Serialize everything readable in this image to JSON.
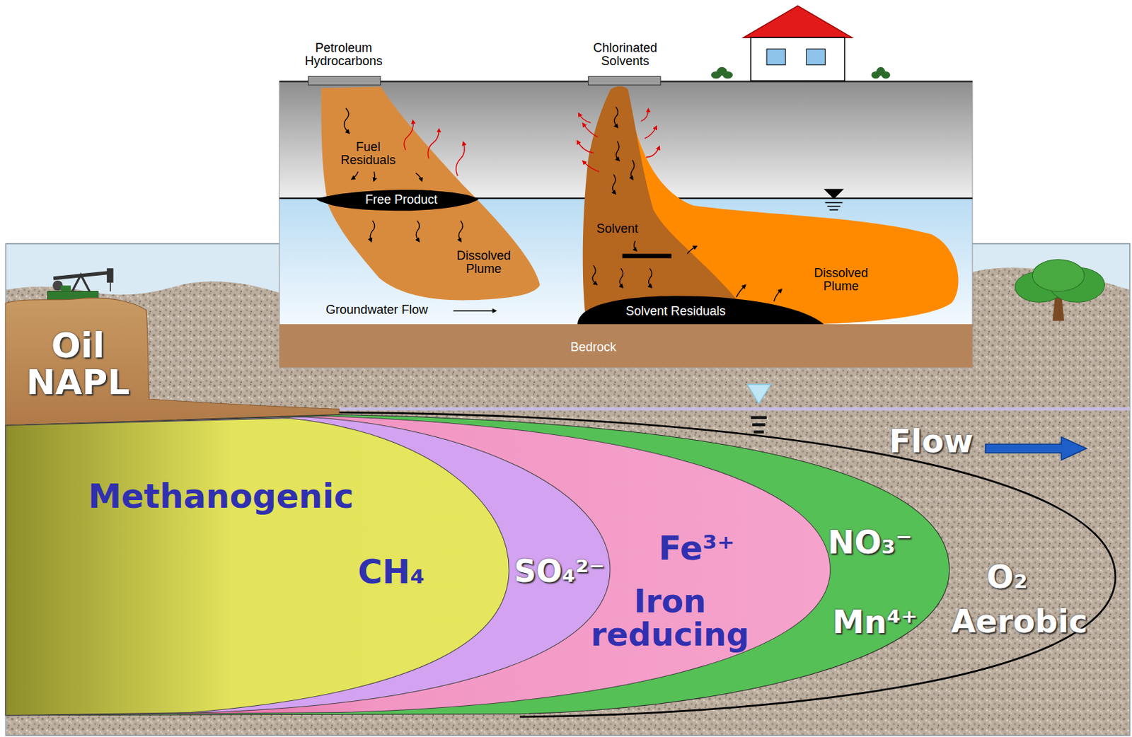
{
  "diagram": {
    "nodes": [
      {
        "text": [
          "Fuel Residuals",
          "Dissolved Plume"
        ]
      },
      {
        "text": [
          "Free Product"
        ],
        "in": 0
      },
      {
        "text": [
          "Dissolved Plume"
        ]
      },
      {
        "text": [
          "Solvent"
        ]
      },
      {
        "text": [
          "Solvent Residuals"
        ]
      },
      {
        "text": [
          "Bedrock"
        ]
      },
      {
        "text": [
          "Oil NAPL"
        ]
      },
      {
        "text": [
          "O₂",
          "Aerobic"
        ]
      },
      {
        "text": [
          "NO₃⁻",
          "Mn⁴⁺"
        ],
        "in": 7
      },
      {
        "text": [
          "Fe³⁺",
          "Iron reducing"
        ],
        "in": 8
      },
      {
        "text": [
          "SO₄²⁻"
        ],
        "in": 9
      },
      {
        "text": [
          "Methanogenic",
          "CH₄"
        ],
        "in": 10
      }
    ],
    "labels": [
      "Petroleum Hydrocarbons",
      "Chlorinated Solvents",
      "Groundwater Flow",
      "Flow"
    ]
  }
}
